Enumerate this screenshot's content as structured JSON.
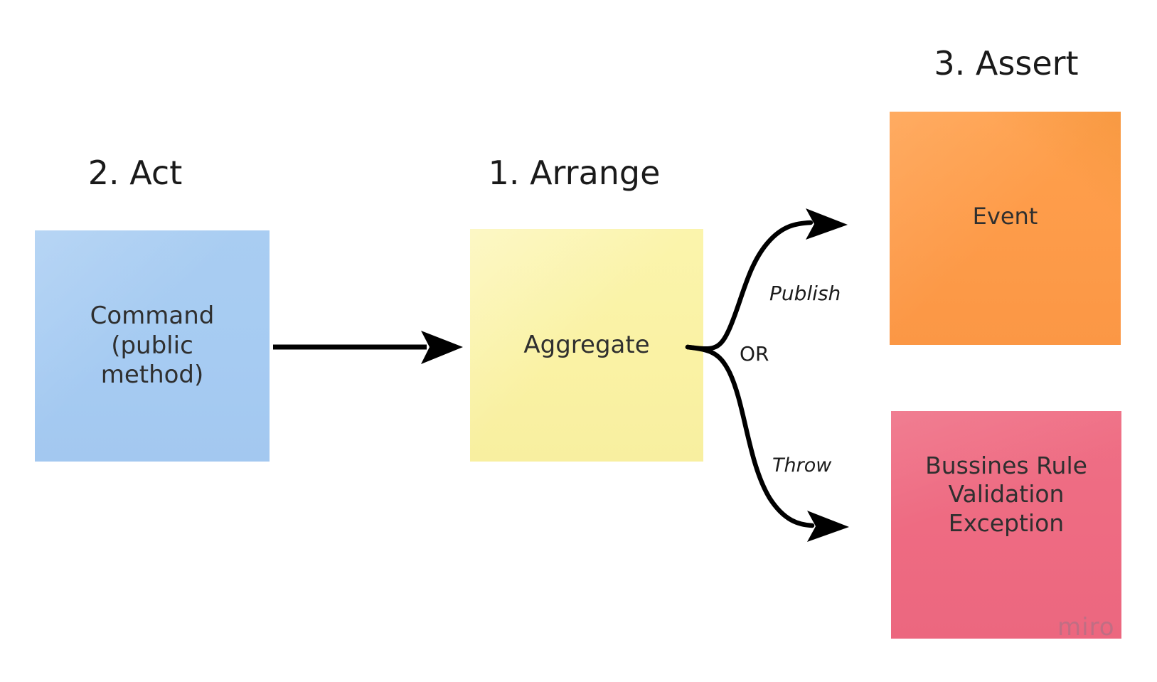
{
  "diagram": {
    "titles": [
      {
        "id": "act",
        "label": "2. Act"
      },
      {
        "id": "arrange",
        "label": "1. Arrange"
      },
      {
        "id": "assert",
        "label": "3. Assert"
      }
    ],
    "notes": [
      {
        "id": "command",
        "label": "Command\n(public\nmethod)",
        "color": "#a6cbf2"
      },
      {
        "id": "aggregate",
        "label": "Aggregate",
        "color": "#faf2a4"
      },
      {
        "id": "event",
        "label": "Event",
        "color": "#fd9b49"
      },
      {
        "id": "exception",
        "label": "Bussines Rule\nValidation\nException",
        "color": "#ee6b82"
      }
    ],
    "edges": [
      {
        "id": "command-to-aggregate",
        "label": "",
        "style": "straight"
      },
      {
        "id": "aggregate-to-event",
        "label": "Publish",
        "style": "curved"
      },
      {
        "id": "branch-or",
        "label": "OR",
        "style": "text"
      },
      {
        "id": "aggregate-to-exception",
        "label": "Throw",
        "style": "curved"
      }
    ],
    "watermark": "miro",
    "colors": {
      "background": "#ffffff",
      "text": "#2f2f2f",
      "title": "#1a1a1a",
      "connector": "#000000"
    }
  }
}
